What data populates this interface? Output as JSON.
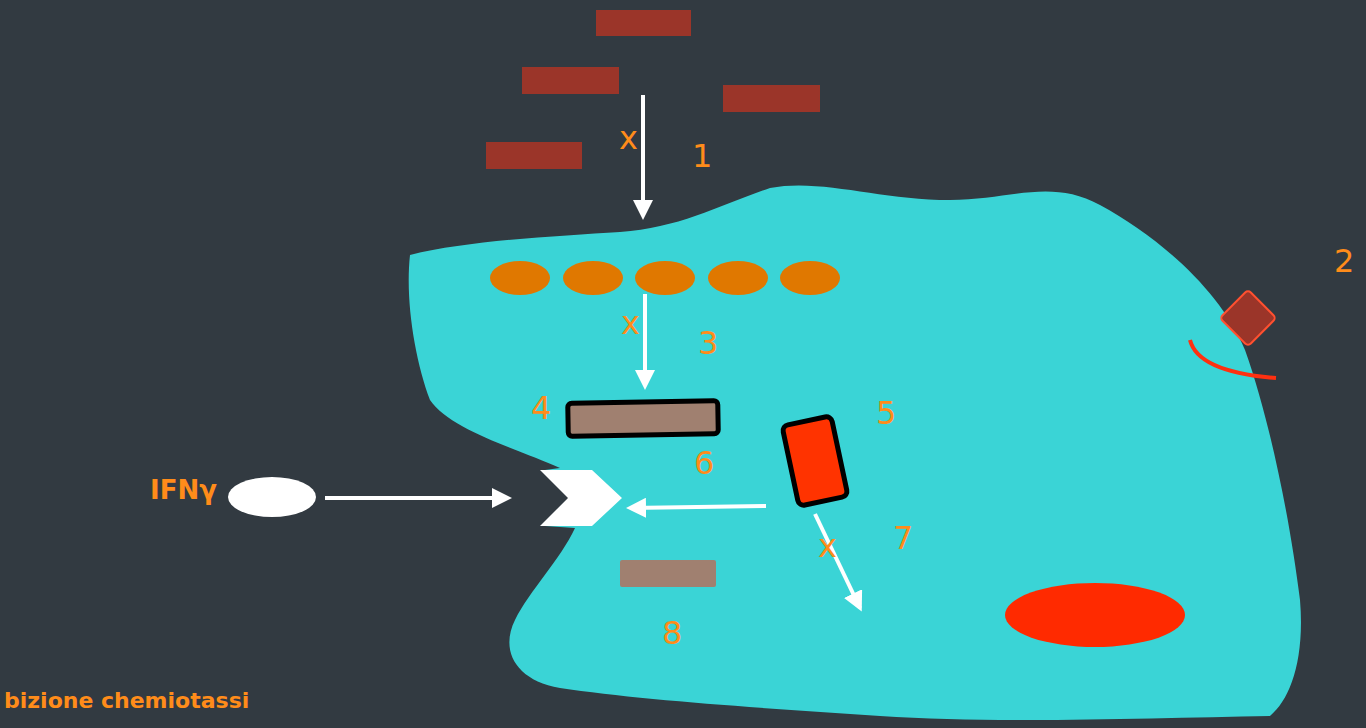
{
  "diagram": {
    "labels": [
      "x",
      "1",
      "2",
      "x",
      "3",
      "4",
      "5",
      "6",
      "IFNγ",
      "x",
      "7",
      "8",
      "bizione chemiotassi"
    ]
  }
}
